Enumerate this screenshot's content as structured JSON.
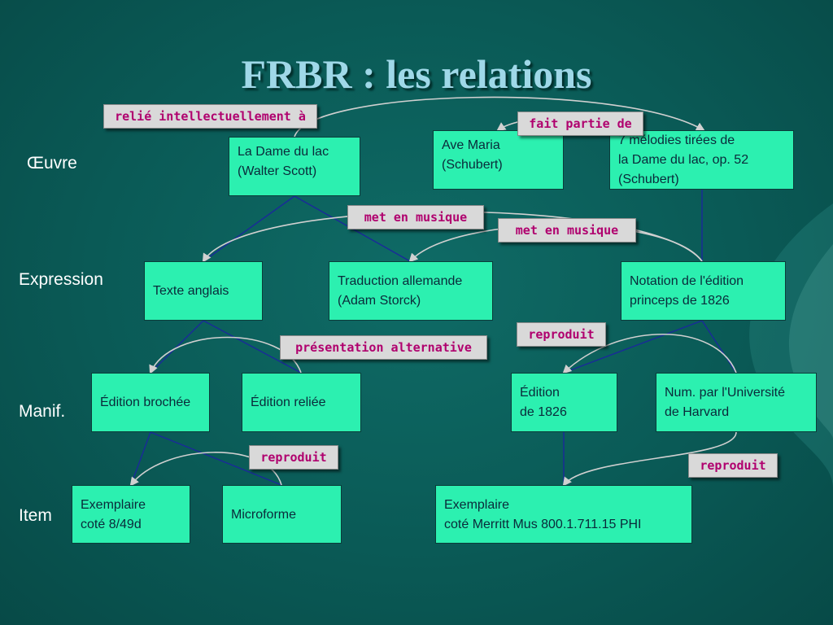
{
  "slide": {
    "title": "FRBR : les relations",
    "levels": {
      "oeuvre": "Œuvre",
      "expression": "Expression",
      "manif": "Manif.",
      "item": "Item"
    },
    "boxes": {
      "dame_du_lac": "La Dame du lac\n(Walter Scott)",
      "ave_maria": "Ave Maria\n(Schubert)",
      "sept_melodies": "7 mélodies tirées de\nla Dame du lac, op. 52\n(Schubert)",
      "texte_anglais": "Texte anglais",
      "traduction": "Traduction allemande\n(Adam Storck)",
      "notation": "Notation de l'édition\nprinceps de 1826",
      "edition_brochee": "Édition brochée",
      "edition_reliee": "Édition reliée",
      "edition_1826": "Édition\nde 1826",
      "num_harvard": "Num. par l'Université\nde Harvard",
      "exemplaire_849": "Exemplaire\ncoté 8/49d",
      "microforme": "Microforme",
      "exemplaire_merritt": "Exemplaire\ncoté Merritt Mus 800.1.711.15 PHI"
    },
    "relations": {
      "relie": "relié intellectuellement à",
      "fait_partie": "fait partie de",
      "met_musique_1": "met en musique",
      "met_musique_2": "met en musique",
      "presentation": "présentation alternative",
      "reproduit_1": "reproduit",
      "reproduit_2": "reproduit",
      "reproduit_3": "reproduit"
    },
    "colors": {
      "background": "#0a5a56",
      "box": "#2cf0b0",
      "relation_text": "#b0006e",
      "title": "#9fd8e8",
      "connector": "#1a2a9a"
    }
  }
}
